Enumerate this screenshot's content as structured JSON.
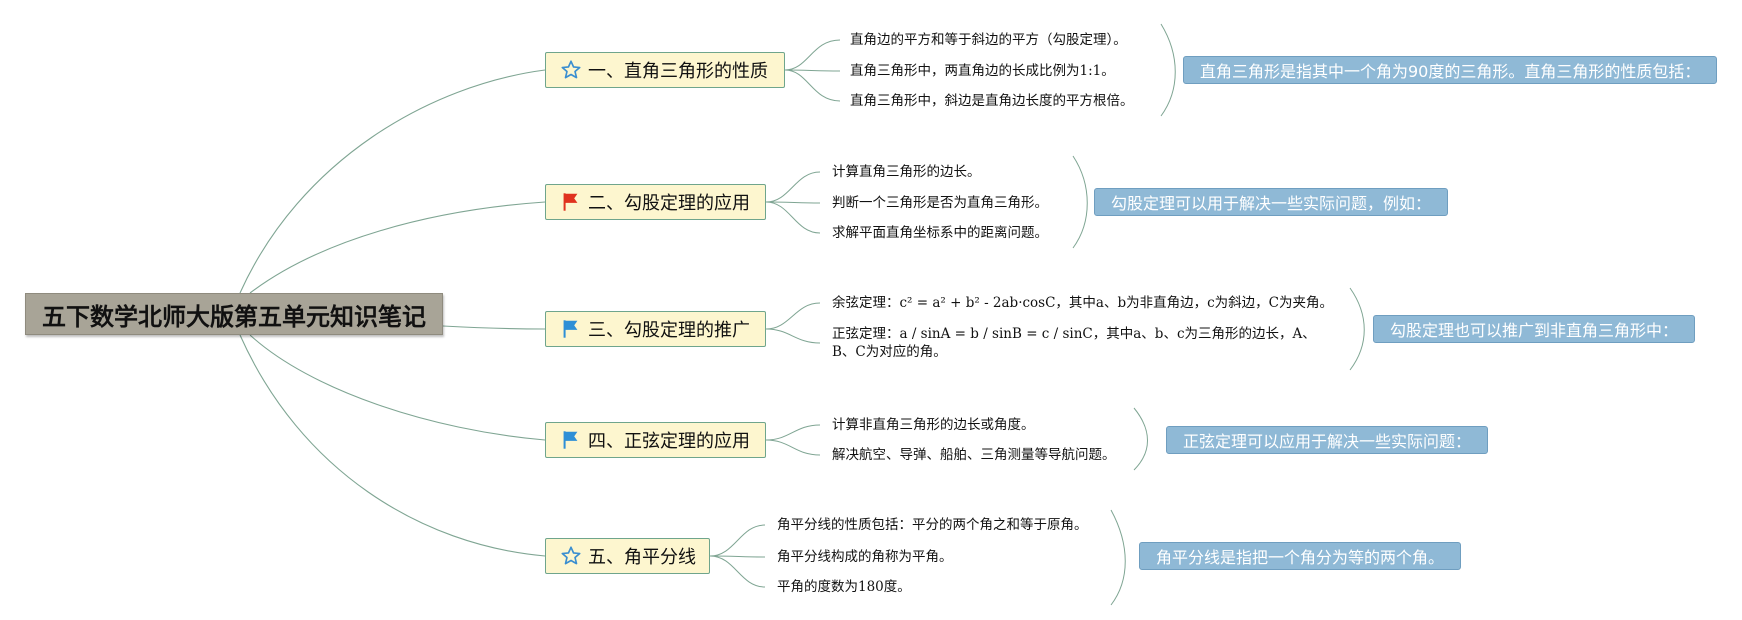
{
  "root": {
    "title": "五下数学北师大版第五单元知识笔记"
  },
  "topics": [
    {
      "label": "一、直角三角形的性质",
      "icon": "star-icon",
      "points": [
        "直角边的平方和等于斜边的平方（勾股定理）。",
        "直角三角形中，两直角边的长成比例为1:1。",
        "直角三角形中，斜边是直角边长度的平方根倍。"
      ],
      "summary": "直角三角形是指其中一个角为90度的三角形。直角三角形的性质包括："
    },
    {
      "label": "二、勾股定理的应用",
      "icon": "red-flag-icon",
      "points": [
        "计算直角三角形的边长。",
        "判断一个三角形是否为直角三角形。",
        "求解平面直角坐标系中的距离问题。"
      ],
      "summary": "勾股定理可以用于解决一些实际问题，例如："
    },
    {
      "label": "三、勾股定理的推广",
      "icon": "blue-flag-icon",
      "points": [
        "余弦定理：c² = a² + b² - 2ab·cosC，其中a、b为非直角边，c为斜边，C为夹角。",
        "正弦定理：a / sinA = b / sinB = c / sinC，其中a、b、c为三角形的边长，A、B、C为对应的角。"
      ],
      "summary": "勾股定理也可以推广到非直角三角形中："
    },
    {
      "label": "四、正弦定理的应用",
      "icon": "blue-flag-icon",
      "points": [
        "计算非直角三角形的边长或角度。",
        "解决航空、导弹、船舶、三角测量等导航问题。"
      ],
      "summary": "正弦定理可以应用于解决一些实际问题："
    },
    {
      "label": "五、角平分线",
      "icon": "star-icon",
      "points": [
        "角平分线的性质包括：平分的两个角之和等于原角。",
        "角平分线构成的角称为平角。",
        "平角的度数为180度。"
      ],
      "summary": "角平分线是指把一个角分为等的两个角。"
    }
  ],
  "colors": {
    "connector": "#7fa593",
    "topic_fill": "#fdf6cf",
    "summary_fill": "#8fb9d6",
    "root_fill": "#a8a497",
    "star": "#3a8ed0",
    "red_flag": "#e0321e",
    "blue_flag": "#2e8fd6"
  }
}
